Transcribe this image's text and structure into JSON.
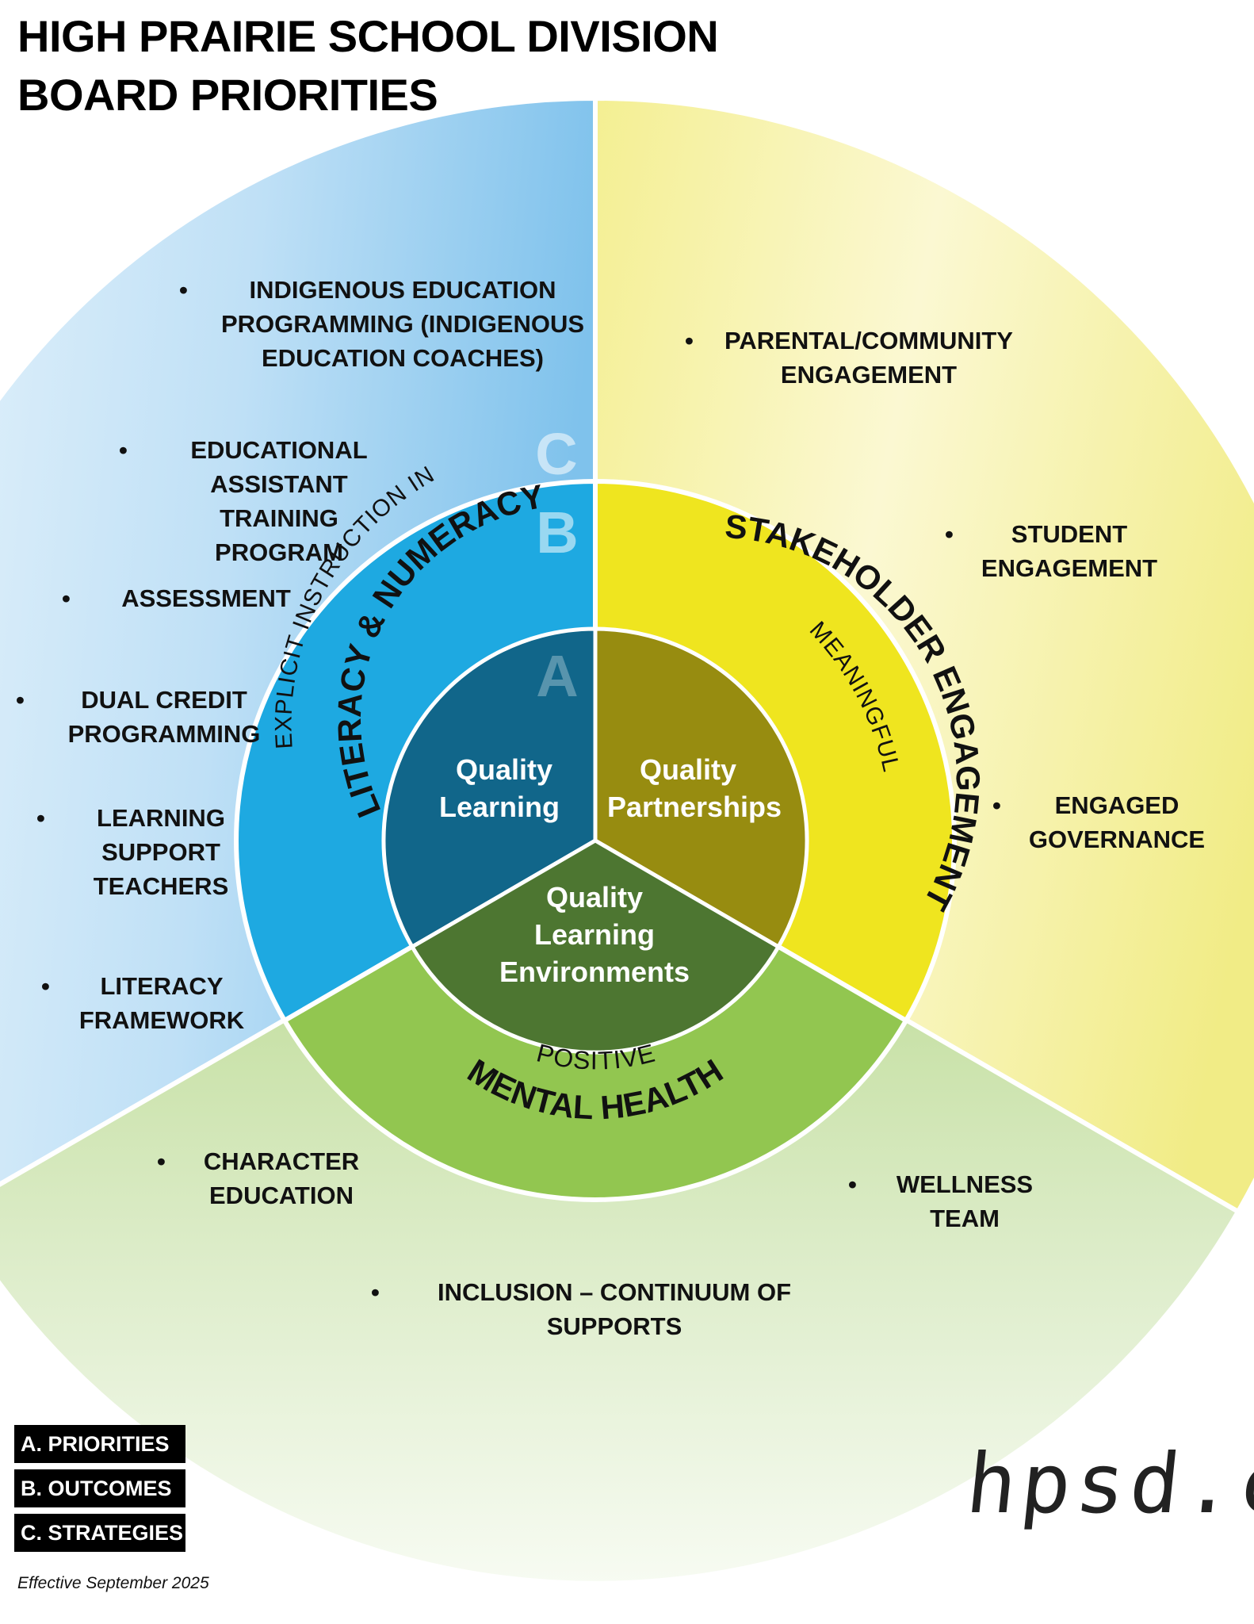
{
  "title": {
    "line1": "HIGH PRAIRIE SCHOOL DIVISION",
    "line2": "BOARD PRIORITIES"
  },
  "ring_letters": {
    "a": "A",
    "b": "B",
    "c": "C"
  },
  "priorities": {
    "learning": {
      "line1": "Quality",
      "line2": "Learning"
    },
    "partnerships": {
      "line1": "Quality",
      "line2": "Partnerships"
    },
    "environments": {
      "line1": "Quality",
      "line2": "Learning",
      "line3": "Environments"
    }
  },
  "outcomes": {
    "literacy": {
      "small": "EXPLICIT INSTRUCTION IN",
      "big": "LITERACY & NUMERACY"
    },
    "stakeholder": {
      "small": "MEANINGFUL",
      "big": "STAKEHOLDER ENGAGEMENT"
    },
    "mental_health": {
      "small": "POSITIVE",
      "big": "MENTAL HEALTH"
    }
  },
  "strategies": {
    "bullet": "•",
    "indigenous": "INDIGENOUS EDUCATION\nPROGRAMMING (INDIGENOUS\nEDUCATION COACHES)",
    "ea_training": "EDUCATIONAL\nASSISTANT TRAINING\nPROGRAM",
    "assessment": "ASSESSMENT",
    "dual_credit": "DUAL CREDIT\nPROGRAMMING",
    "learning_support": "LEARNING\nSUPPORT\nTEACHERS",
    "literacy_framework": "LITERACY\nFRAMEWORK",
    "parental": "PARENTAL/COMMUNITY\nENGAGEMENT",
    "student": "STUDENT\nENGAGEMENT",
    "governance": "ENGAGED\nGOVERNANCE",
    "character": "CHARACTER\nEDUCATION",
    "wellness": "WELLNESS\nTEAM",
    "inclusion": "INCLUSION – CONTINUUM OF\nSUPPORTS"
  },
  "legend": {
    "a": "A. PRIORITIES",
    "b": "B. OUTCOMES",
    "c": "C. STRATEGIES"
  },
  "footer": {
    "effective": "Effective September 2025",
    "site": "hpsd.ca"
  },
  "colors": {
    "blue_outcome": "#1ea9e1",
    "blue_priority": "#11668a",
    "yellow_outcome": "#efe51f",
    "olive_priority": "#978c10",
    "green_outcome": "#92c650",
    "green_priority": "#4d7631"
  }
}
